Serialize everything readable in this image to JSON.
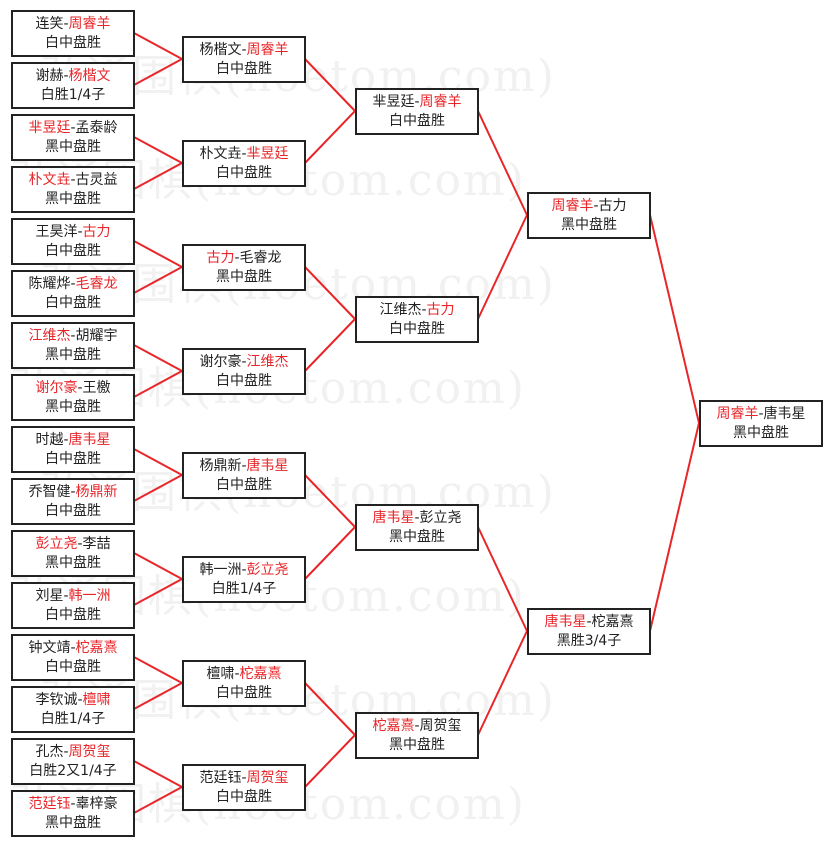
{
  "watermark": "弘通围棋(hoetom.com)",
  "colors": {
    "winner": "#e8262a",
    "line": "#e8262a",
    "border": "#222222"
  },
  "rounds": [
    [
      {
        "p1": "连笑",
        "p2": "周睿羊",
        "winner": 2,
        "result": "白中盘胜"
      },
      {
        "p1": "谢赫",
        "p2": "杨楷文",
        "winner": 2,
        "result": "白胜1/4子"
      },
      {
        "p1": "芈昱廷",
        "p2": "孟泰龄",
        "winner": 1,
        "result": "黑中盘胜"
      },
      {
        "p1": "朴文垚",
        "p2": "古灵益",
        "winner": 1,
        "result": "黑中盘胜"
      },
      {
        "p1": "王昊洋",
        "p2": "古力",
        "winner": 2,
        "result": "白中盘胜"
      },
      {
        "p1": "陈耀烨",
        "p2": "毛睿龙",
        "winner": 2,
        "result": "白中盘胜"
      },
      {
        "p1": "江维杰",
        "p2": "胡耀宇",
        "winner": 1,
        "result": "黑中盘胜"
      },
      {
        "p1": "谢尔豪",
        "p2": "王檄",
        "winner": 1,
        "result": "黑中盘胜"
      },
      {
        "p1": "时越",
        "p2": "唐韦星",
        "winner": 2,
        "result": "白中盘胜"
      },
      {
        "p1": "乔智健",
        "p2": "杨鼎新",
        "winner": 2,
        "result": "白中盘胜"
      },
      {
        "p1": "彭立尧",
        "p2": "李喆",
        "winner": 1,
        "result": "黑中盘胜"
      },
      {
        "p1": "刘星",
        "p2": "韩一洲",
        "winner": 2,
        "result": "白中盘胜"
      },
      {
        "p1": "钟文靖",
        "p2": "柁嘉熹",
        "winner": 2,
        "result": "白中盘胜"
      },
      {
        "p1": "李钦诚",
        "p2": "檀啸",
        "winner": 2,
        "result": "白胜1/4子"
      },
      {
        "p1": "孔杰",
        "p2": "周贺玺",
        "winner": 2,
        "result": "白胜2又1/4子"
      },
      {
        "p1": "范廷钰",
        "p2": "辜梓豪",
        "winner": 1,
        "result": "黑中盘胜"
      }
    ],
    [
      {
        "p1": "杨楷文",
        "p2": "周睿羊",
        "winner": 2,
        "result": "白中盘胜"
      },
      {
        "p1": "朴文垚",
        "p2": "芈昱廷",
        "winner": 2,
        "result": "白中盘胜"
      },
      {
        "p1": "古力",
        "p2": "毛睿龙",
        "winner": 1,
        "result": "黑中盘胜"
      },
      {
        "p1": "谢尔豪",
        "p2": "江维杰",
        "winner": 2,
        "result": "白中盘胜"
      },
      {
        "p1": "杨鼎新",
        "p2": "唐韦星",
        "winner": 2,
        "result": "白中盘胜"
      },
      {
        "p1": "韩一洲",
        "p2": "彭立尧",
        "winner": 2,
        "result": "白胜1/4子"
      },
      {
        "p1": "檀啸",
        "p2": "柁嘉熹",
        "winner": 2,
        "result": "白中盘胜"
      },
      {
        "p1": "范廷钰",
        "p2": "周贺玺",
        "winner": 2,
        "result": "白中盘胜"
      }
    ],
    [
      {
        "p1": "芈昱廷",
        "p2": "周睿羊",
        "winner": 2,
        "result": "白中盘胜"
      },
      {
        "p1": "江维杰",
        "p2": "古力",
        "winner": 2,
        "result": "白中盘胜"
      },
      {
        "p1": "唐韦星",
        "p2": "彭立尧",
        "winner": 1,
        "result": "黑中盘胜"
      },
      {
        "p1": "柁嘉熹",
        "p2": "周贺玺",
        "winner": 1,
        "result": "黑中盘胜"
      }
    ],
    [
      {
        "p1": "周睿羊",
        "p2": "古力",
        "winner": 1,
        "result": "黑中盘胜"
      },
      {
        "p1": "唐韦星",
        "p2": "柁嘉熹",
        "winner": 1,
        "result": "黑胜3/4子"
      }
    ],
    [
      {
        "p1": "周睿羊",
        "p2": "唐韦星",
        "winner": 1,
        "result": "黑中盘胜"
      }
    ]
  ]
}
